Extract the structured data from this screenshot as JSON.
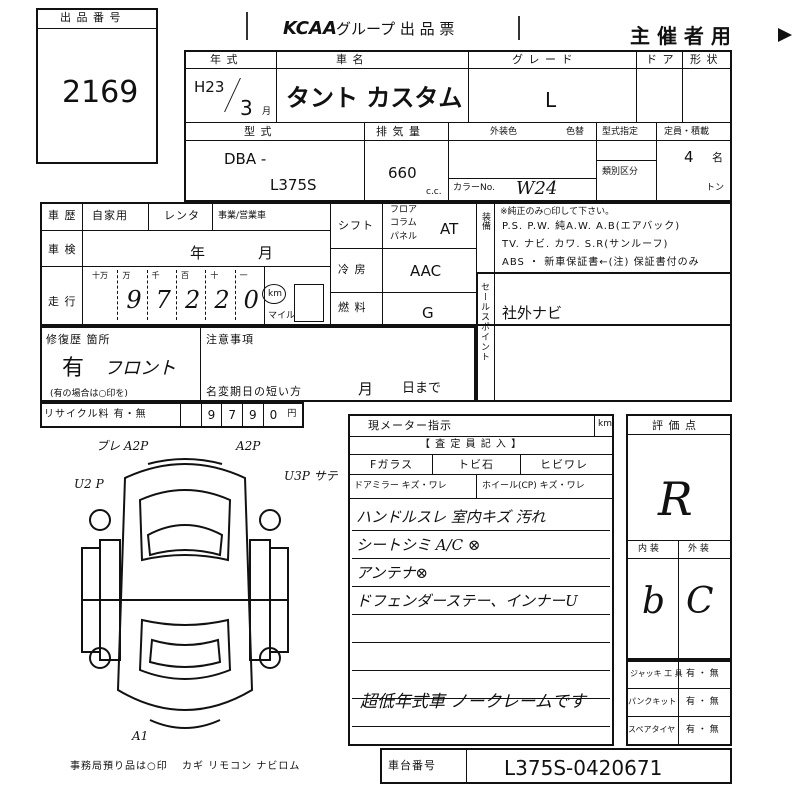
{
  "header": {
    "lot_label": "出 品 番 号",
    "lot_number": "2169",
    "logo": "KCAA",
    "title": "グループ 出 品 票",
    "organizer": "主 催 者 用"
  },
  "vehicle": {
    "year_label": "年 式",
    "year_value": "H23",
    "month_value": "3",
    "month_unit": "月",
    "name_label": "車 名",
    "name_value": "タント カスタム",
    "grade_label": "グ レ ー ド",
    "grade_value": "L",
    "doors_label": "ド ア",
    "shape_label": "形 状",
    "model_label": "型 式",
    "model_prefix": "DBA -",
    "model_value": "L375S",
    "displacement_label": "排 気 量",
    "displacement_value": "660",
    "cc_unit": "c.c.",
    "exterior_color_label": "外装色",
    "color_no_label": "色替",
    "color_no_prefix": "カラーNo.",
    "color_no_value": "W24",
    "type_designation_label": "型式指定",
    "category_label": "類別区分",
    "capacity_label": "定員・積載",
    "capacity_value": "4",
    "capacity_unit": "名",
    "load_unit": "トン"
  },
  "history": {
    "label": "車 歴",
    "options": [
      "自家用",
      "レンタ",
      "事業/営業車"
    ],
    "inspection_label": "車 検",
    "inspection_year_unit": "年",
    "inspection_month_unit": "月",
    "mileage_label": "走 行",
    "mileage_digits_labels": [
      "十万",
      "万",
      "千",
      "百",
      "十",
      "一"
    ],
    "mileage_digits": [
      "",
      "9",
      "7",
      "2",
      "2",
      "0"
    ],
    "km_label": "km",
    "mile_label": "マイル",
    "shift_label": "シフト",
    "shift_options": [
      "フロア",
      "コラム",
      "パネル"
    ],
    "shift_value": "AT",
    "ac_label": "冷 房",
    "ac_value": "AAC",
    "fuel_label": "燃 料",
    "fuel_value": "G"
  },
  "equipment": {
    "label": "装備",
    "note": "※純正のみ○印して下さい。",
    "line1": "P.S. P.W. 純A.W. A.B(エアバック)",
    "line2": "TV. ナビ. カワ. S.R(サンルーフ)",
    "line3": "ABS ・ 新車保証書←(注) 保証書付のみ"
  },
  "sales_points": {
    "label": "セールスポイント",
    "value": "社外ナビ"
  },
  "repair": {
    "label": "修復歴 箇所",
    "value": "有",
    "location": "フロント",
    "note": "(有の場合は○印を)"
  },
  "notes": {
    "label": "注意事項",
    "transfer_label": "名変期日の短い方",
    "transfer_month": "月",
    "transfer_day": "日まで"
  },
  "recycle": {
    "label": "リサイクル料 有・無",
    "digits": [
      "",
      "9",
      "7",
      "9",
      "0"
    ],
    "unit": "円"
  },
  "inspection": {
    "meter_label": "現メーター指示",
    "km": "km",
    "section_label": "【 査 定 員 記 入 】",
    "items": [
      "Fガラス",
      "トビ石",
      "ヒビワレ"
    ],
    "mirror": "ドアミラー キズ・ワレ",
    "wheel": "ホイール(CP) キズ・ワレ",
    "comments": [
      "ハンドルスレ 室内キズ 汚れ",
      "シートシミ A/C ⊗",
      "アンテナ⊗",
      "ドフェンダーステー、インナーU",
      "超低年式車 ノークレームです"
    ]
  },
  "diagram": {
    "marks": [
      "ブレ A2P",
      "A2P",
      "U2 P",
      "U3P サテ",
      "A1"
    ]
  },
  "rating": {
    "label": "評 価 点",
    "score": "R",
    "interior_label": "内 装",
    "exterior_label": "外 装",
    "interior_value": "b",
    "exterior_value": "C"
  },
  "accessories": {
    "jack": "ジャッキ 工 具",
    "puncture": "パンクキット",
    "spare": "スペアタイヤ",
    "yesno": "有 ・ 無"
  },
  "footer": {
    "office_note": "事務局預り品は○印",
    "items": "カギ リモコン ナビロム",
    "chassis_label": "車台番号",
    "chassis_value": "L375S-0420671"
  }
}
